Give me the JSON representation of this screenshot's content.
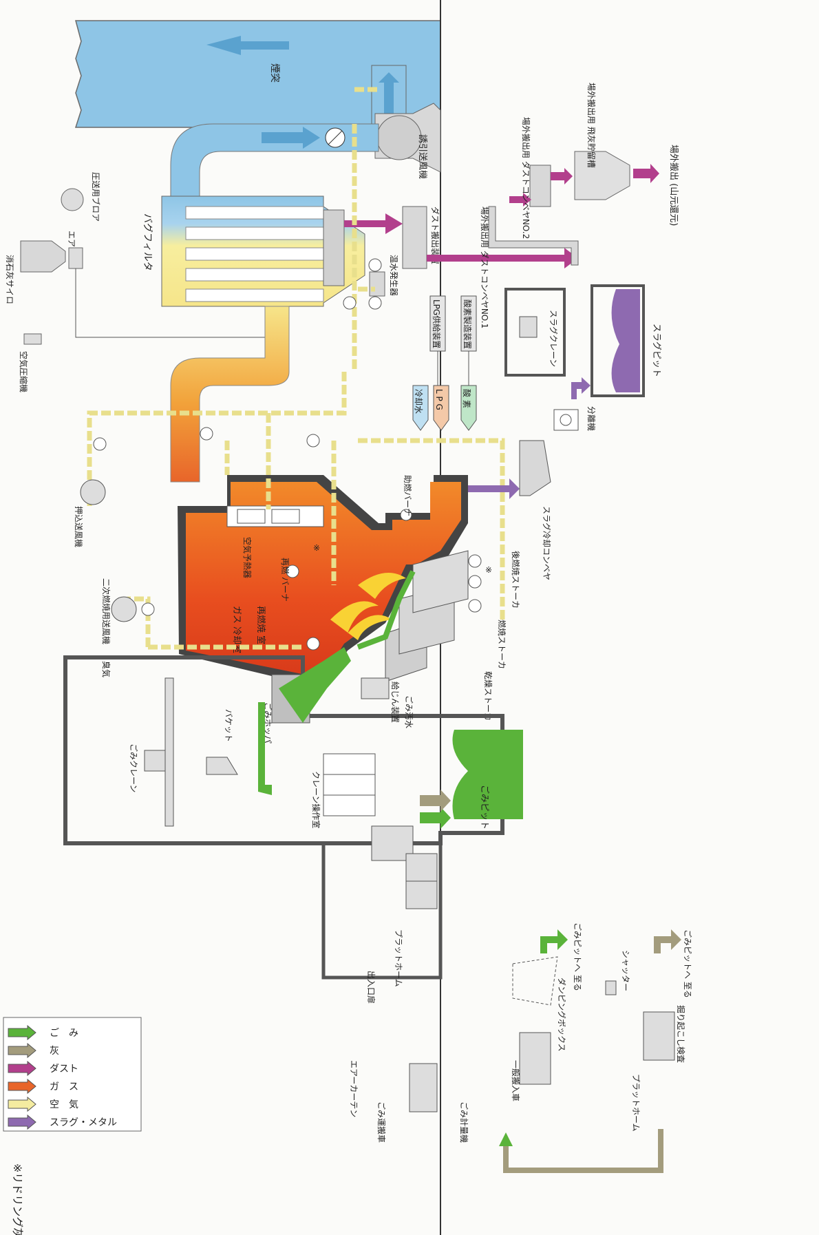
{
  "colors": {
    "garbage": "#5ab33a",
    "ash": "#a39c7d",
    "dust": "#b23f8c",
    "gas_hot": "#e8652a",
    "gas_warm": "#f2b93c",
    "gas_cool": "#f6e58a",
    "air": "#f4eca0",
    "slag": "#8e6ab0",
    "flue": "#8ec5e6",
    "equipment": "#d8d8d8",
    "structure": "#4a4a4a"
  },
  "legend": [
    {
      "label": "ご　み",
      "color": "#5ab33a"
    },
    {
      "label": "灰",
      "color": "#a39c7d"
    },
    {
      "label": "ダスト",
      "color": "#b23f8c"
    },
    {
      "label": "ガ　ス",
      "color": "#e8652a"
    },
    {
      "label": "空　気",
      "color": "#f4eca0"
    },
    {
      "label": "スラグ・メタル",
      "color": "#8e6ab0"
    }
  ],
  "note": "※リドリング灰",
  "labels": {
    "chimney": "煙突",
    "induced_fan": "誘引送風機",
    "bag_filter": "バグフィルタ",
    "lime_silo": "消石灰サイロ",
    "air": "エアー",
    "blower": "圧送用ブロア",
    "compressor": "空気圧縮機",
    "dust_discharge": "ダスト搬出装置",
    "hot_water": "温水発生器",
    "conveyor1": "場外搬出用 ダストコンベヤNO.1",
    "conveyor2": "場外搬出用 ダストコンベヤNO.2",
    "fly_ash_tank": "場外搬出用 飛灰貯留槽",
    "fly_ash_out": "場外搬出 (山元還元)",
    "lpg_supply": "LPG供給装置",
    "coke_supply": "酸素製造装置",
    "cooling_water": "冷却水",
    "lpg": "L P G",
    "oxygen": "酸 素",
    "slag_crane": "スラグクレーン",
    "slag_pit": "スラグピット",
    "separator": "分離機",
    "slag_conveyor": "スラグ冷却コンベヤ",
    "aux_burner": "助燃バーナ",
    "push_fan": "押込送風機",
    "air_preheater": "空気予熱器",
    "reburn_burner": "再燃 バーナ",
    "secondary_fan": "二次燃焼用送風機",
    "gas_cooling": "ガス 冷却室",
    "reburn_chamber": "再燃焼 室",
    "post_stoker": "後燃焼ストーカ",
    "burn_stoker": "燃焼ストーカ",
    "dry_stoker": "乾燥ストーカ",
    "odor": "臭気",
    "feeder": "給じん装置",
    "wastewater": "ごみ汚水",
    "hopper": "ごみホッパ",
    "bucket": "バケット",
    "crane": "ごみクレーン",
    "crane_room": "クレーン操作室",
    "garbage_pit": "ごみピット",
    "platform": "プラットホーム",
    "entrance": "出入口扉",
    "air_curtain": "エアーカーテン",
    "truck": "ごみ運搬車",
    "scale": "ごみ計量機",
    "general_car": "一般搬入車",
    "dumping_box": "ダンピングボックス",
    "to_pit1": "ごみピットへ 至る",
    "shutter": "シャッター",
    "platform2": "プラットホーム",
    "to_pit2": "ごみピットへ 至る",
    "dig_inspection": "掘り起こし検査",
    "star": "※"
  }
}
